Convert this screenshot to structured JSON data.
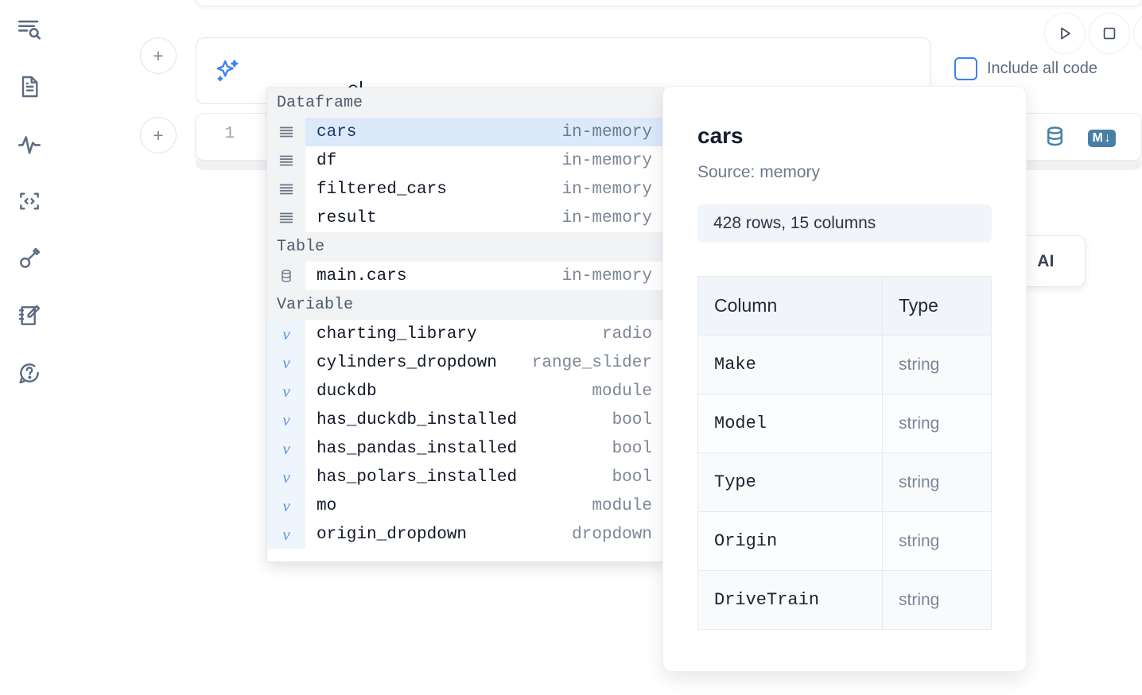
{
  "rail": {
    "items": [
      {
        "name": "outline-search-icon",
        "label": "Outline"
      },
      {
        "name": "document-icon",
        "label": "Notebook"
      },
      {
        "name": "activity-icon",
        "label": "Activity"
      },
      {
        "name": "code-snippet-icon",
        "label": "Snippets"
      },
      {
        "name": "key-icon",
        "label": "Secrets"
      },
      {
        "name": "scratchpad-icon",
        "label": "Scratchpad"
      },
      {
        "name": "help-chat-icon",
        "label": "Help"
      }
    ]
  },
  "toolbar": {
    "add_cell_label": "+",
    "run_label": "▷",
    "stop_label": "□",
    "include_all_code_label": "Include all code",
    "include_all_code_checked": false
  },
  "ai_prompt": {
    "icon": "sparkle-icon",
    "value": "@",
    "accent": "#3b82f6"
  },
  "code_cell": {
    "line_number": "1",
    "database_icon": "database-icon",
    "markdown_badge": "M",
    "markdown_arrow": "↓"
  },
  "ai_chip": {
    "label": "AI"
  },
  "autocomplete": {
    "groups": [
      {
        "label": "Dataframe",
        "icon": "dataframe-icon",
        "items": [
          {
            "name": "cars",
            "type": "in-memory",
            "selected": true
          },
          {
            "name": "df",
            "type": "in-memory",
            "selected": false
          },
          {
            "name": "filtered_cars",
            "type": "in-memory",
            "selected": false
          },
          {
            "name": "result",
            "type": "in-memory",
            "selected": false
          }
        ]
      },
      {
        "label": "Table",
        "icon": "database-icon",
        "items": [
          {
            "name": "main.cars",
            "type": "in-memory",
            "selected": false
          }
        ]
      },
      {
        "label": "Variable",
        "icon": "variable-icon",
        "items": [
          {
            "name": "charting_library",
            "type": "radio",
            "selected": false
          },
          {
            "name": "cylinders_dropdown",
            "type": "range_slider",
            "selected": false
          },
          {
            "name": "duckdb",
            "type": "module",
            "selected": false
          },
          {
            "name": "has_duckdb_installed",
            "type": "bool",
            "selected": false
          },
          {
            "name": "has_pandas_installed",
            "type": "bool",
            "selected": false
          },
          {
            "name": "has_polars_installed",
            "type": "bool",
            "selected": false
          },
          {
            "name": "mo",
            "type": "module",
            "selected": false
          },
          {
            "name": "origin_dropdown",
            "type": "dropdown",
            "selected": false
          }
        ]
      }
    ]
  },
  "preview": {
    "title": "cars",
    "source": "Source: memory",
    "shape": "428 rows, 15 columns",
    "columns_header": "Column",
    "type_header": "Type",
    "rows": [
      {
        "column": "Make",
        "type": "string"
      },
      {
        "column": "Model",
        "type": "string"
      },
      {
        "column": "Type",
        "type": "string"
      },
      {
        "column": "Origin",
        "type": "string"
      },
      {
        "column": "DriveTrain",
        "type": "string"
      }
    ]
  }
}
